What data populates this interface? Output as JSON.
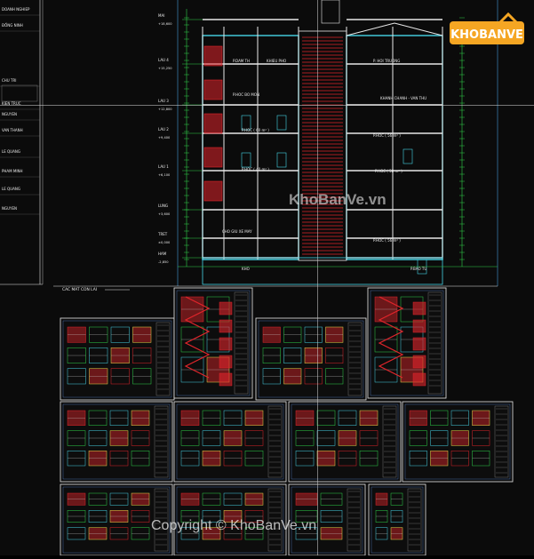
{
  "brand": {
    "logo_text": "KHOBANVE",
    "logo_color": "#f5a623"
  },
  "watermark": {
    "center": "KhoBanVe.vn",
    "copyright": "Copyright © KhoBanVe.vn"
  },
  "section_title": "CAC MAT CON LAI",
  "floors": [
    "MAI",
    "LAU 4",
    "LAU 3",
    "LAU 2",
    "LAU 1",
    "LUNG",
    "TRET",
    "HAM"
  ],
  "elevations": [
    "+18,600",
    "+15,250",
    "+12,800",
    "+9,400",
    "+6,100",
    "+3,600",
    "±0,000",
    "-2,850"
  ],
  "rooms": [
    "P.DAM TH",
    "KHIEU PHO",
    "P. HOI TRUONG",
    "P.HOC BO MON",
    "KHANH CHANH - VAN THU",
    "P.HOC ( 60 m² )",
    "P.HOC ( 56 m² )",
    "P.HOC ( 40 m² )",
    "P.HOC ( 58 m² )",
    "CHO GIU XE MAY",
    "P.HOC ( 56 m² )",
    "KHO",
    "P.BAO TU"
  ],
  "title_block": [
    "DOANH NGHIEP",
    "ĐỒNG NINH",
    "CHU TRI",
    "KIEN TRUC",
    "NGUYEN",
    "VAN THANH",
    "LE QUANG",
    "PHAM MINH",
    "LE QUANG",
    "NGUYEN"
  ],
  "colors": {
    "background": "#0b0b0b",
    "green": "#2fd24a",
    "red": "#e0252b",
    "cyan": "#47d4e6",
    "white": "#e8e8e8",
    "yellow": "#e8d84a"
  }
}
